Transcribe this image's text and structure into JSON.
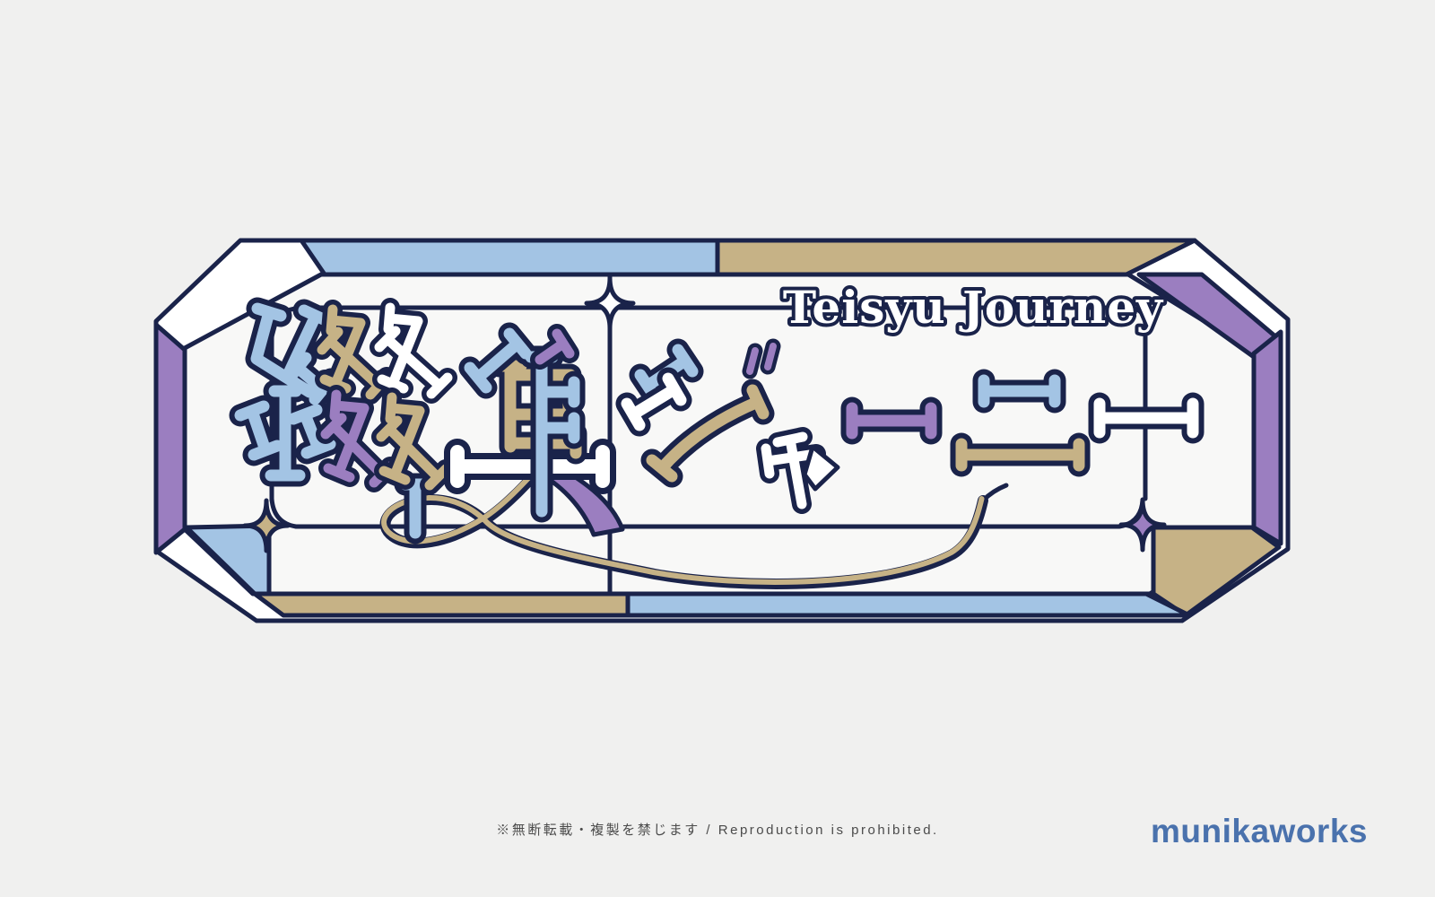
{
  "page": {
    "background": "#f0f0ef"
  },
  "logo": {
    "title_en": "Teisyu Journey",
    "title_ja": "綴集ジャーニー",
    "alt": "Teisyu Journey logo in a beveled octagonal stained-glass frame with stitched thread lettering",
    "colors": {
      "navy": "#1a234a",
      "blue": "#a3c4e4",
      "tan": "#c6b286",
      "purple": "#9b7ec0",
      "white": "#ffffff",
      "panel": "#f8f8f7",
      "bg": "#f0f0ef",
      "footer-gray": "#4b4b4b",
      "brand-blue": "#4a72ad"
    }
  },
  "footer": {
    "notice": "※無断転載・複製を禁じます / Reproduction is prohibited."
  },
  "brand": {
    "name": "munikaworks"
  }
}
